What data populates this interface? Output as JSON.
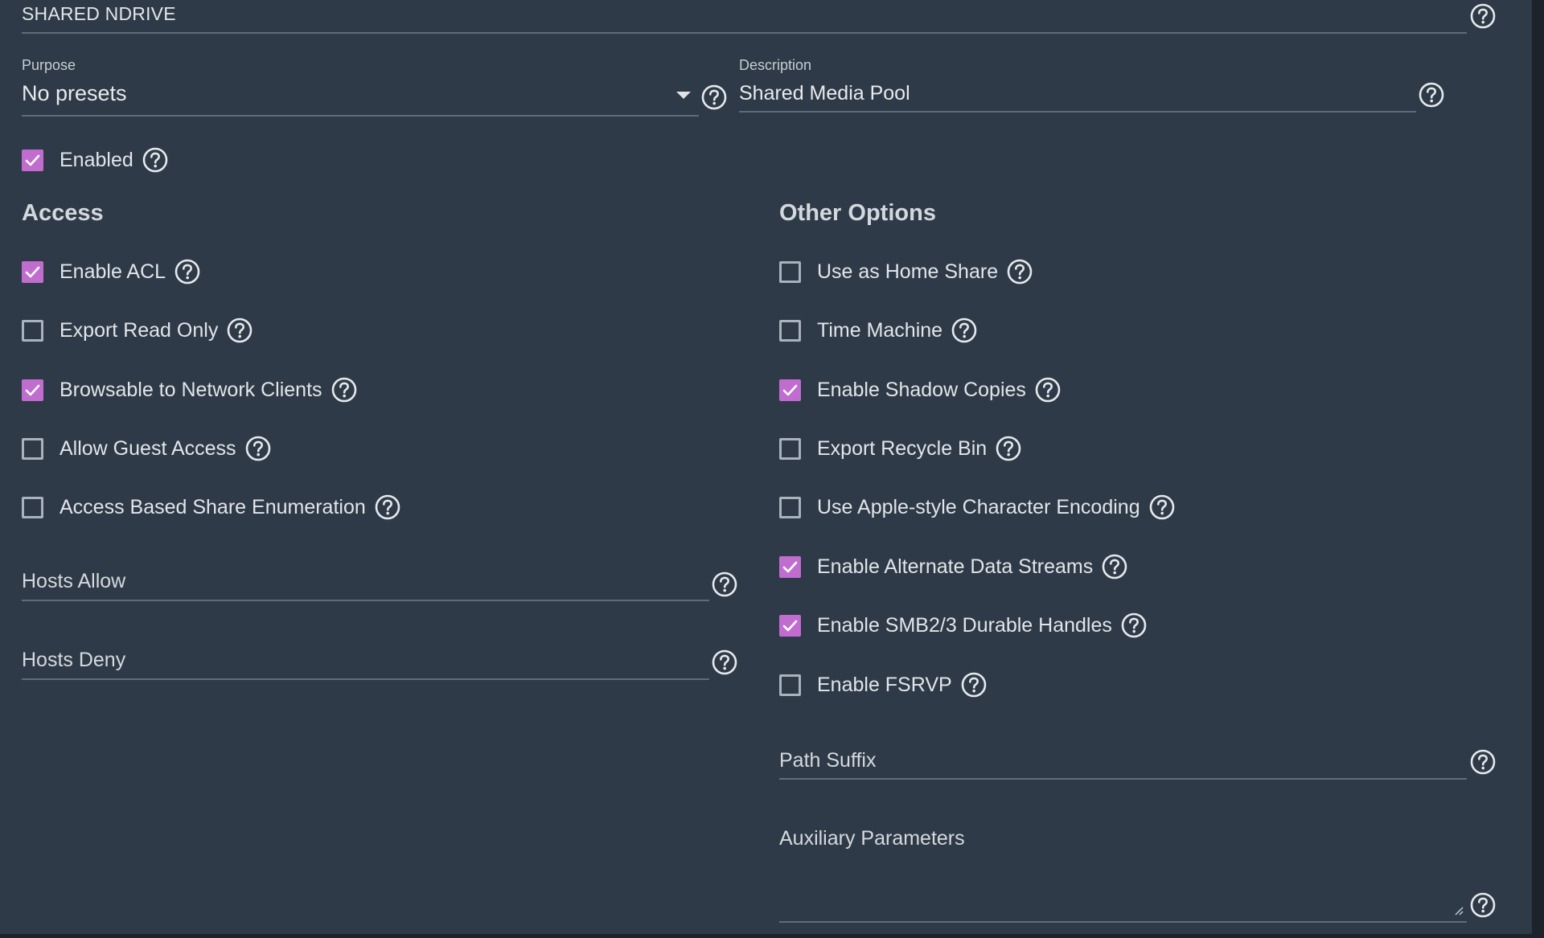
{
  "share": {
    "name": "SHARED NDRIVE"
  },
  "purpose": {
    "label": "Purpose",
    "value": "No presets"
  },
  "description": {
    "label": "Description",
    "value": "Shared Media Pool"
  },
  "enabled": {
    "label": "Enabled",
    "checked": true
  },
  "access": {
    "title": "Access",
    "options": [
      {
        "label": "Enable ACL",
        "checked": true
      },
      {
        "label": "Export Read Only",
        "checked": false
      },
      {
        "label": "Browsable to Network Clients",
        "checked": true
      },
      {
        "label": "Allow Guest Access",
        "checked": false
      },
      {
        "label": "Access Based Share Enumeration",
        "checked": false
      }
    ],
    "hosts_allow": {
      "label": "Hosts Allow",
      "value": ""
    },
    "hosts_deny": {
      "label": "Hosts Deny",
      "value": ""
    }
  },
  "other": {
    "title": "Other Options",
    "options": [
      {
        "label": "Use as Home Share",
        "checked": false
      },
      {
        "label": "Time Machine",
        "checked": false
      },
      {
        "label": "Enable Shadow Copies",
        "checked": true
      },
      {
        "label": "Export Recycle Bin",
        "checked": false
      },
      {
        "label": "Use Apple-style Character Encoding",
        "checked": false
      },
      {
        "label": "Enable Alternate Data Streams",
        "checked": true
      },
      {
        "label": "Enable SMB2/3 Durable Handles",
        "checked": true
      },
      {
        "label": "Enable FSRVP",
        "checked": false
      }
    ],
    "path_suffix": {
      "label": "Path Suffix",
      "value": ""
    },
    "aux_params": {
      "label": "Auxiliary Parameters",
      "value": ""
    }
  },
  "colors": {
    "panel_bg": "#2e3a47",
    "page_bg": "#1c232b",
    "checkbox_checked": "#c16dd0",
    "checkbox_border": "#aab2bb",
    "underline": "#5f6c79",
    "text": "#e2e5e9"
  },
  "icons": {
    "help": "help-circle-icon",
    "check": "checkmark-icon",
    "dropdown": "caret-down-icon",
    "resize": "resize-grip-icon"
  }
}
